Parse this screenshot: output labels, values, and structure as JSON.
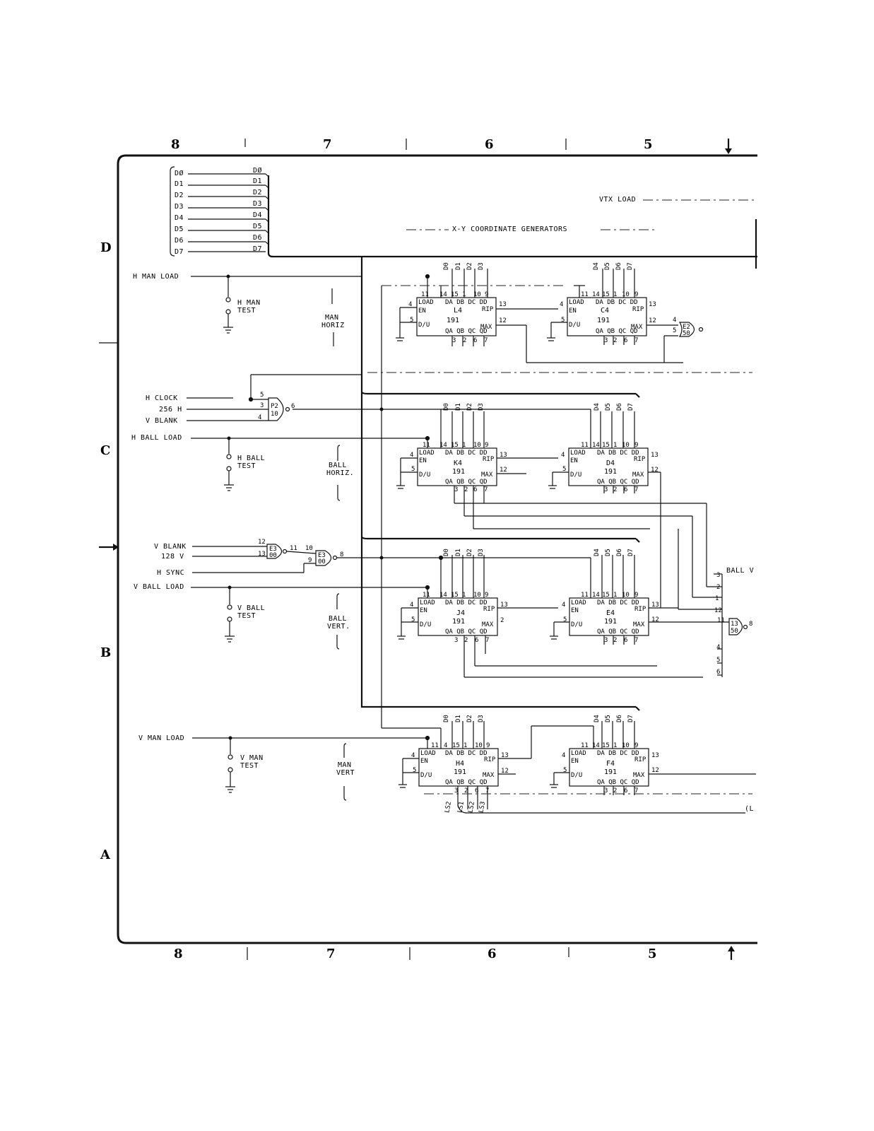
{
  "zones": {
    "columns_top": [
      "8",
      "7",
      "6",
      "5"
    ],
    "columns_bottom": [
      "8",
      "7",
      "6",
      "5"
    ],
    "rows": [
      "D",
      "C",
      "B",
      "A"
    ]
  },
  "data_bus": {
    "inputs": [
      "DØ",
      "D1",
      "D2",
      "D3",
      "D4",
      "D5",
      "D6",
      "D7"
    ],
    "outputs": [
      "DØ",
      "D1",
      "D2",
      "D3",
      "D4",
      "D5",
      "D6",
      "D7"
    ]
  },
  "labels": {
    "title": "X-Y COORDINATE GENERATORS",
    "vtx_load": "VTX LOAD",
    "h_man_load": "H MAN LOAD",
    "h_man_test": [
      "H MAN",
      "TEST"
    ],
    "man_horiz": [
      "MAN",
      "HORIZ"
    ],
    "h_clock": "H CLOCK",
    "h256": "256 H",
    "v_blank_a": "V BLANK",
    "h_ball_load": "H BALL LOAD",
    "h_ball_test": [
      "H BALL",
      "TEST"
    ],
    "ball_horiz": [
      "BALL",
      "HORIZ."
    ],
    "v_blank_b": "V BLANK",
    "v128": "128 V",
    "h_sync": "H SYNC",
    "v_ball_load": "V BALL LOAD",
    "v_ball_test": [
      "V BALL",
      "TEST"
    ],
    "ball_vert": [
      "BALL",
      "VERT."
    ],
    "v_man_load": "V MAN LOAD",
    "v_man_test": [
      "V MAN",
      "TEST"
    ],
    "man_vert": [
      "MAN",
      "VERT"
    ],
    "ball_v": "BALL V",
    "ls_labels": [
      "LS2",
      "LS1",
      "LS2",
      "LS3"
    ],
    "l_label": "(L"
  },
  "chips": [
    {
      "id": "L4",
      "type": "191"
    },
    {
      "id": "C4",
      "type": "191"
    },
    {
      "id": "K4",
      "type": "191"
    },
    {
      "id": "D4",
      "type": "191"
    },
    {
      "id": "J4",
      "type": "191"
    },
    {
      "id": "E4",
      "type": "191"
    },
    {
      "id": "H4",
      "type": "191"
    },
    {
      "id": "F4",
      "type": "191"
    }
  ],
  "chip_pins": {
    "top": [
      "LOAD",
      "DA",
      "DB",
      "DC",
      "DD"
    ],
    "left": [
      "EN",
      "D/U"
    ],
    "right": [
      "RIP",
      "MAX"
    ],
    "bottom": [
      "QA",
      "QB",
      "QC",
      "QD"
    ],
    "top_nums": [
      "11",
      "14",
      "15",
      "1",
      "10",
      "9"
    ],
    "bottom_nums": [
      "3",
      "2",
      "6",
      "7"
    ],
    "side_nums": [
      "4",
      "5",
      "13",
      "12"
    ]
  },
  "gates": [
    {
      "id": "P2",
      "sub": "10"
    },
    {
      "id": "E3",
      "sub": "00"
    },
    {
      "id": "E3b",
      "label": "E3",
      "sub": "00"
    },
    {
      "id": "E2",
      "sub": "50"
    },
    {
      "id": "E3c",
      "label": "13",
      "sub": "50"
    }
  ]
}
